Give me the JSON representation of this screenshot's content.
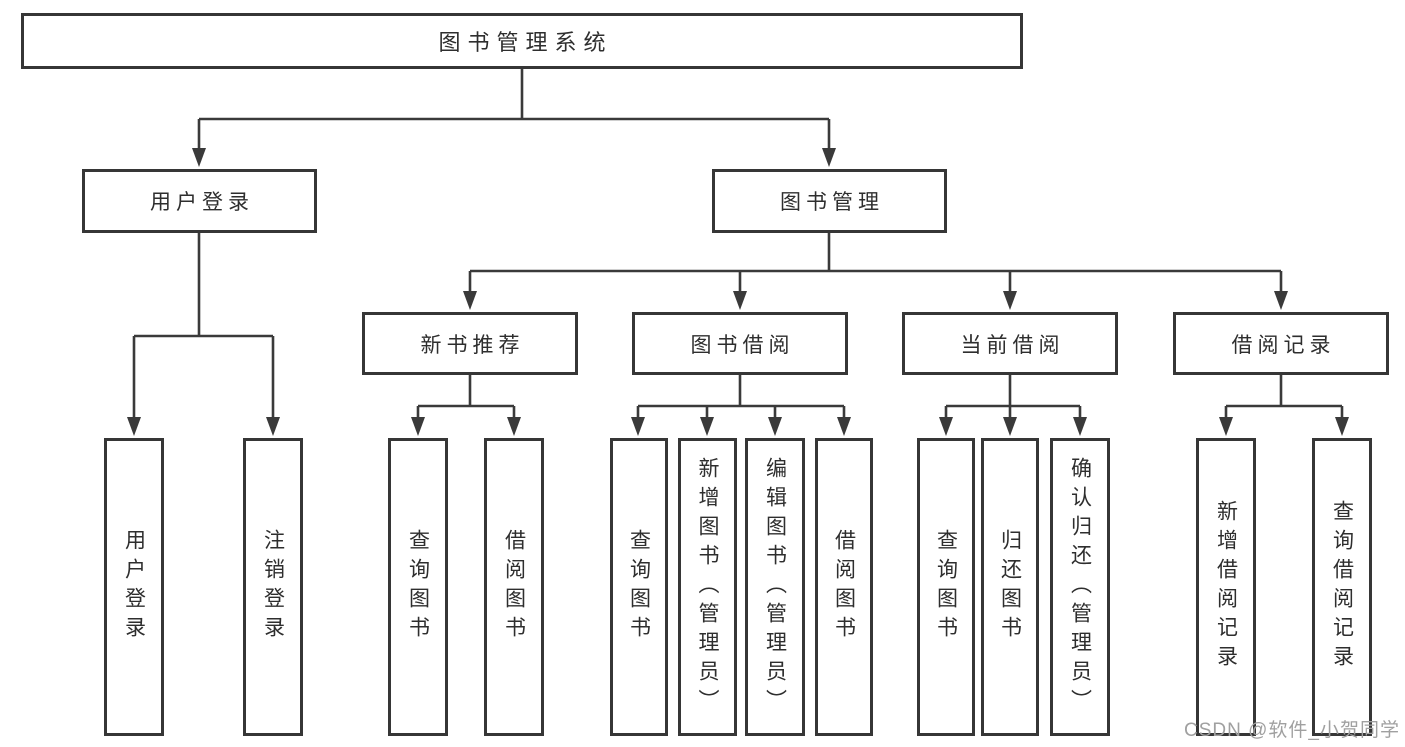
{
  "diagram": {
    "title": "图书管理系统",
    "level2": {
      "user_login": "用户登录",
      "book_mgmt": "图书管理"
    },
    "level3": {
      "new_books": "新书推荐",
      "book_borrow": "图书借阅",
      "current_borrow": "当前借阅",
      "borrow_records": "借阅记录"
    },
    "leaves": {
      "user_login": [
        "用户登录",
        "注销登录"
      ],
      "new_books": [
        "查询图书",
        "借阅图书"
      ],
      "book_borrow": [
        "查询图书",
        "新增图书（管理员）",
        "编辑图书（管理员）",
        "借阅图书"
      ],
      "current_borrow": [
        "查询图书",
        "归还图书",
        "确认归还（管理员）"
      ],
      "borrow_records": [
        "新增借阅记录",
        "查询借阅记录"
      ]
    }
  },
  "watermark": "CSDN @软件_小贺同学",
  "colors": {
    "line": "#3a3a3a",
    "border": "#363636",
    "text": "#2e2e2e",
    "watermark": "#a0a0a0",
    "background": "#ffffff"
  }
}
